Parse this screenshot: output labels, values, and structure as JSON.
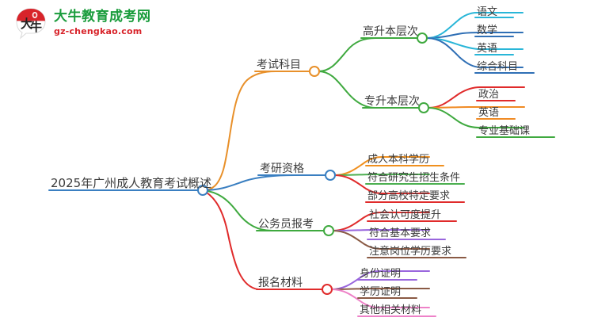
{
  "logo": {
    "mark_text": "大牛",
    "title": "大牛教育成考网",
    "subtitle": "gz-chengkao.com",
    "title_color": "#1a9c3c",
    "subtitle_color": "#d8232a",
    "mark_color": "#d8232a"
  },
  "mindmap": {
    "root": {
      "label": "2025年广州成人教育考试概述",
      "color": "#3a7fc1"
    },
    "branches": [
      {
        "label": "考试科目",
        "color": "#e8902a",
        "children": [
          {
            "label": "高升本层次",
            "color": "#3fa93f",
            "children": [
              {
                "label": "语文",
                "color": "#29b6d8"
              },
              {
                "label": "数学",
                "color": "#2f6fb5"
              },
              {
                "label": "英语",
                "color": "#29b6d8"
              },
              {
                "label": "综合科目",
                "color": "#2f6fb5"
              }
            ]
          },
          {
            "label": "专升本层次",
            "color": "#3fa93f",
            "children": [
              {
                "label": "政治",
                "color": "#e02b2b"
              },
              {
                "label": "英语",
                "color": "#f08a23"
              },
              {
                "label": "专业基础课",
                "color": "#3fa93f"
              }
            ]
          }
        ]
      },
      {
        "label": "考研资格",
        "color": "#3a7fc1",
        "children": [
          {
            "label": "成人本科学历",
            "color": "#f0901f"
          },
          {
            "label": "符合研究生招生条件",
            "color": "#4caf50"
          },
          {
            "label": "部分高校特定要求",
            "color": "#e02b2b"
          }
        ]
      },
      {
        "label": "公务员报考",
        "color": "#3fa93f",
        "children": [
          {
            "label": "社会认可度提升",
            "color": "#e02b2b"
          },
          {
            "label": "符合基本要求",
            "color": "#9966dd"
          },
          {
            "label": "注意岗位学历要求",
            "color": "#8a5a44"
          }
        ]
      },
      {
        "label": "报名材料",
        "color": "#e02b2b",
        "children": [
          {
            "label": "身份证明",
            "color": "#9966dd"
          },
          {
            "label": "学历证明",
            "color": "#8a5a44"
          },
          {
            "label": "其他相关材料",
            "color": "#ee82c8"
          }
        ]
      }
    ]
  }
}
